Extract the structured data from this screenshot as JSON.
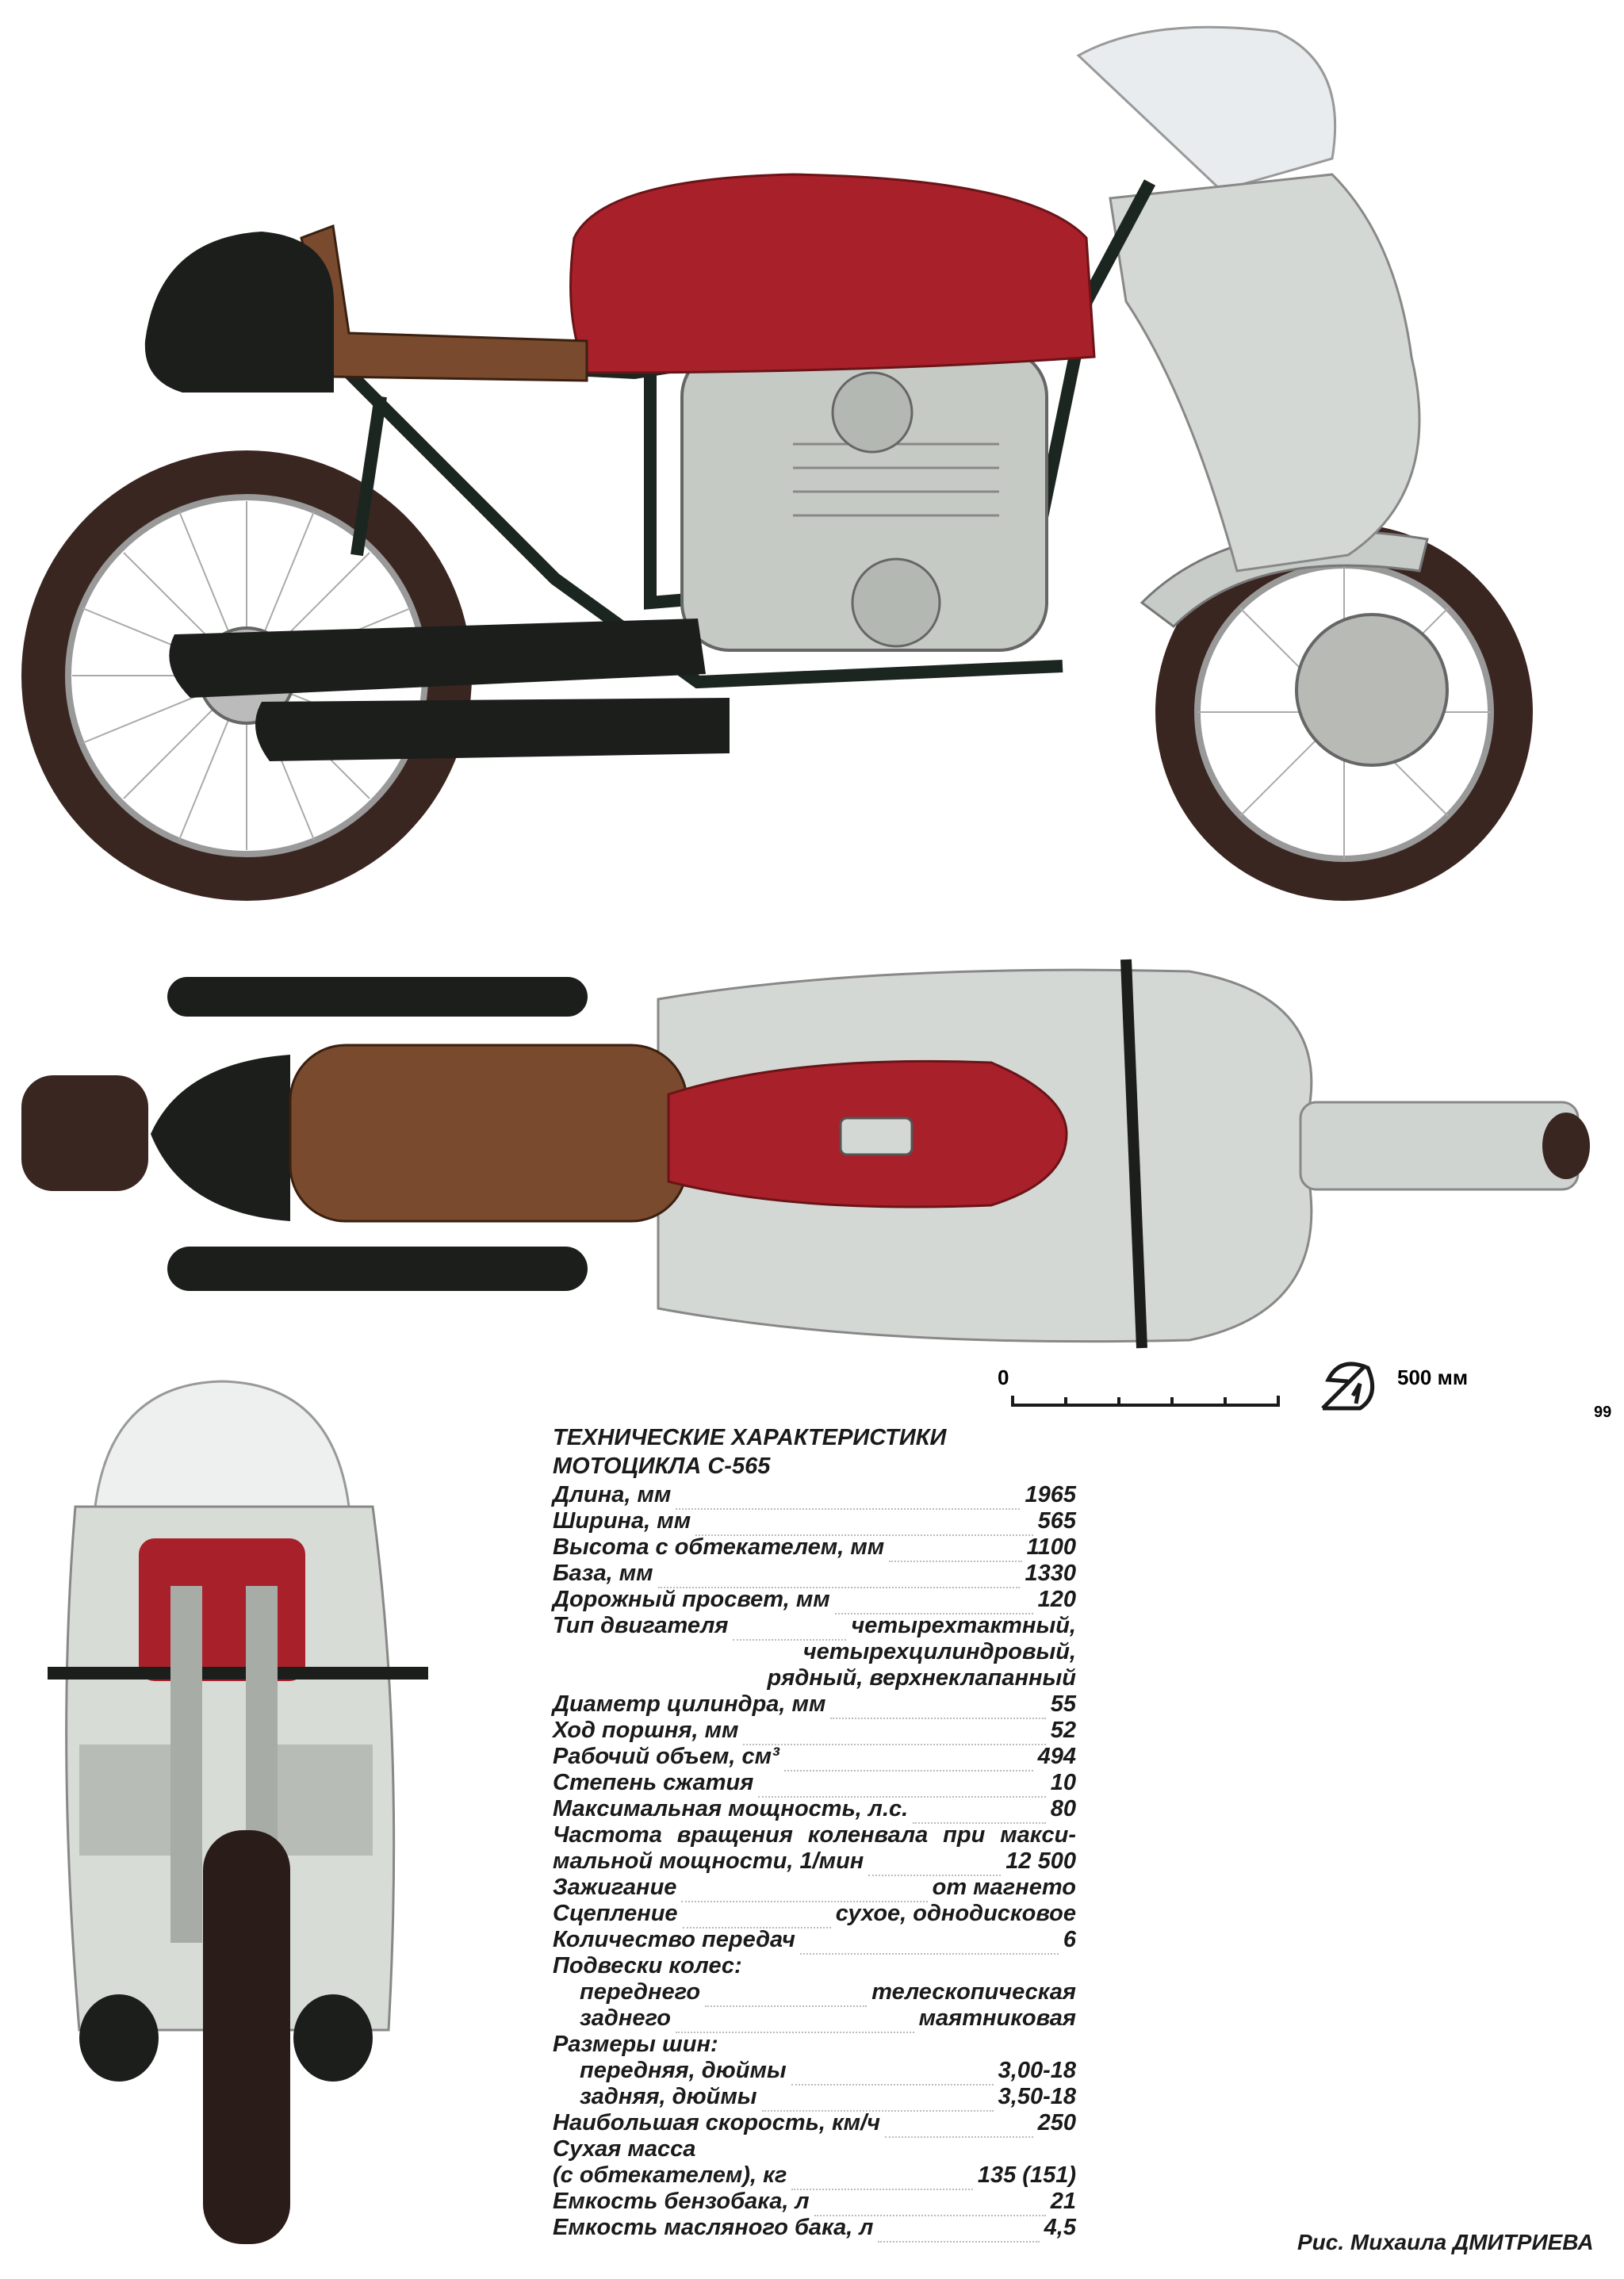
{
  "specs": {
    "title_line1": "ТЕХНИЧЕСКИЕ ХАРАКТЕРИСТИКИ",
    "title_line2": "МОТОЦИКЛА С-565",
    "rows": [
      {
        "label": "Длина, мм",
        "value": "1965"
      },
      {
        "label": "Ширина, мм",
        "value": "565"
      },
      {
        "label": "Высота с обтекателем, мм",
        "value": "1100"
      },
      {
        "label": "База, мм",
        "value": "1330"
      },
      {
        "label": "Дорожный просвет, мм",
        "value": "120"
      },
      {
        "label": "Тип двигателя",
        "value": "четырехтактный,",
        "cont1": "четырехцилиндровый,",
        "cont2": "рядный, верхнеклапанный"
      },
      {
        "label": "Диаметр цилиндра, мм",
        "value": "55"
      },
      {
        "label": "Ход поршня, мм",
        "value": "52"
      },
      {
        "label": "Рабочий объем, см³",
        "value": "494"
      },
      {
        "label": "Степень сжатия",
        "value": "10"
      },
      {
        "label": "Максимальная мощность, л.с.",
        "value": "80"
      },
      {
        "label": "Частота вращения коленвала при макси-",
        "label2": "мальной мощности, 1/мин",
        "value": "12 500"
      },
      {
        "label": "Зажигание",
        "value": "от магнето"
      },
      {
        "label": "Сцепление",
        "value": "сухое, однодисковое"
      },
      {
        "label": "Количество передач",
        "value": "6"
      },
      {
        "label": "Подвески колес:"
      },
      {
        "label": "переднего",
        "value": "телескопическая"
      },
      {
        "label": "заднего",
        "value": "маятниковая"
      },
      {
        "label": "Размеры шин:"
      },
      {
        "label": "передняя, дюймы",
        "value": "3,00-18"
      },
      {
        "label": "задняя, дюймы",
        "value": "3,50-18"
      },
      {
        "label": "Наибольшая скорость, км/ч",
        "value": "250"
      },
      {
        "label": "Сухая масса"
      },
      {
        "label": "(с обтекателем), кг",
        "value": "135 (151)"
      },
      {
        "label": "Емкость бензобака, л",
        "value": "21"
      },
      {
        "label": "Емкость масляного бака, л",
        "value": "4,5"
      }
    ]
  },
  "scale_bar": {
    "zero": "0",
    "max": "500 мм",
    "logo_number": "99"
  },
  "credit": "Рис. Михаила ДМИТРИЕВА",
  "colors": {
    "tank": "#a8202a",
    "seat": "#7a4a2e",
    "fairing": "#d4d8d4",
    "frame": "#1c2620",
    "tire": "#2a1c18"
  }
}
